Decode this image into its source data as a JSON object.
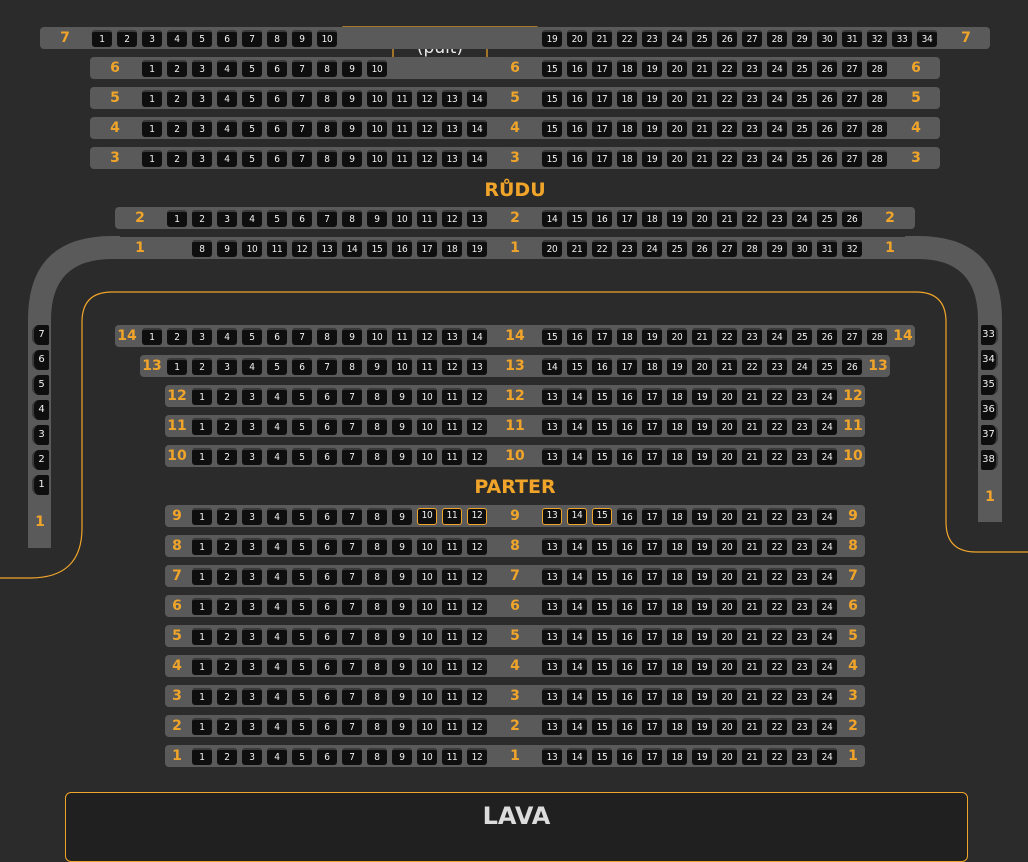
{
  "headings": {
    "balcony": "RŮDU",
    "parter": "PARTER",
    "stage": "LAVA",
    "pult": "(pult)"
  },
  "colors": {
    "accent": "#f0a52a",
    "bar": "#5a5a5a",
    "seat": "#0e0e0e",
    "background": "#2b2b2b"
  },
  "balcony_rows": [
    {
      "label": "7",
      "left": [
        "1",
        "2",
        "3",
        "4",
        "5",
        "6",
        "7",
        "8",
        "9",
        "10"
      ],
      "middle": "",
      "right": [
        "19",
        "20",
        "21",
        "22",
        "23",
        "24",
        "25",
        "26",
        "27",
        "28",
        "29",
        "30",
        "31",
        "32",
        "33",
        "34"
      ]
    },
    {
      "label": "6",
      "left": [
        "1",
        "2",
        "3",
        "4",
        "5",
        "6",
        "7",
        "8",
        "9",
        "10"
      ],
      "middle": "6",
      "right": [
        "15",
        "16",
        "17",
        "18",
        "19",
        "20",
        "21",
        "22",
        "23",
        "24",
        "25",
        "26",
        "27",
        "28"
      ]
    },
    {
      "label": "5",
      "left": [
        "1",
        "2",
        "3",
        "4",
        "5",
        "6",
        "7",
        "8",
        "9",
        "10",
        "11",
        "12",
        "13",
        "14"
      ],
      "middle": "5",
      "right": [
        "15",
        "16",
        "17",
        "18",
        "19",
        "20",
        "21",
        "22",
        "23",
        "24",
        "25",
        "26",
        "27",
        "28"
      ]
    },
    {
      "label": "4",
      "left": [
        "1",
        "2",
        "3",
        "4",
        "5",
        "6",
        "7",
        "8",
        "9",
        "10",
        "11",
        "12",
        "13",
        "14"
      ],
      "middle": "4",
      "right": [
        "15",
        "16",
        "17",
        "18",
        "19",
        "20",
        "21",
        "22",
        "23",
        "24",
        "25",
        "26",
        "27",
        "28"
      ]
    },
    {
      "label": "3",
      "left": [
        "1",
        "2",
        "3",
        "4",
        "5",
        "6",
        "7",
        "8",
        "9",
        "10",
        "11",
        "12",
        "13",
        "14"
      ],
      "middle": "3",
      "right": [
        "15",
        "16",
        "17",
        "18",
        "19",
        "20",
        "21",
        "22",
        "23",
        "24",
        "25",
        "26",
        "27",
        "28"
      ]
    },
    {
      "label": "2",
      "left": [
        "1",
        "2",
        "3",
        "4",
        "5",
        "6",
        "7",
        "8",
        "9",
        "10",
        "11",
        "12",
        "13"
      ],
      "middle": "2",
      "right": [
        "14",
        "15",
        "16",
        "17",
        "18",
        "19",
        "20",
        "21",
        "22",
        "23",
        "24",
        "25",
        "26"
      ]
    },
    {
      "label": "1",
      "left": [
        "8",
        "9",
        "10",
        "11",
        "12",
        "13",
        "14",
        "15",
        "16",
        "17",
        "18",
        "19"
      ],
      "middle": "1",
      "right": [
        "20",
        "21",
        "22",
        "23",
        "24",
        "25",
        "26",
        "27",
        "28",
        "29",
        "30",
        "31",
        "32"
      ]
    }
  ],
  "side_left": {
    "label": "1",
    "seats": [
      "7",
      "6",
      "5",
      "4",
      "3",
      "2",
      "1"
    ]
  },
  "side_right": {
    "label": "1",
    "seats": [
      "33",
      "34",
      "35",
      "36",
      "37",
      "38"
    ]
  },
  "upper_parter_rows": [
    {
      "label": "14",
      "left": [
        "1",
        "2",
        "3",
        "4",
        "5",
        "6",
        "7",
        "8",
        "9",
        "10",
        "11",
        "12",
        "13",
        "14"
      ],
      "middle": "14",
      "right": [
        "15",
        "16",
        "17",
        "18",
        "19",
        "20",
        "21",
        "22",
        "23",
        "24",
        "25",
        "26",
        "27",
        "28"
      ]
    },
    {
      "label": "13",
      "left": [
        "1",
        "2",
        "3",
        "4",
        "5",
        "6",
        "7",
        "8",
        "9",
        "10",
        "11",
        "12",
        "13"
      ],
      "middle": "13",
      "right": [
        "14",
        "15",
        "16",
        "17",
        "18",
        "19",
        "20",
        "21",
        "22",
        "23",
        "24",
        "25",
        "26"
      ]
    },
    {
      "label": "12",
      "left": [
        "1",
        "2",
        "3",
        "4",
        "5",
        "6",
        "7",
        "8",
        "9",
        "10",
        "11",
        "12"
      ],
      "middle": "12",
      "right": [
        "13",
        "14",
        "15",
        "16",
        "17",
        "18",
        "19",
        "20",
        "21",
        "22",
        "23",
        "24"
      ]
    },
    {
      "label": "11",
      "left": [
        "1",
        "2",
        "3",
        "4",
        "5",
        "6",
        "7",
        "8",
        "9",
        "10",
        "11",
        "12"
      ],
      "middle": "11",
      "right": [
        "13",
        "14",
        "15",
        "16",
        "17",
        "18",
        "19",
        "20",
        "21",
        "22",
        "23",
        "24"
      ]
    },
    {
      "label": "10",
      "left": [
        "1",
        "2",
        "3",
        "4",
        "5",
        "6",
        "7",
        "8",
        "9",
        "10",
        "11",
        "12"
      ],
      "middle": "10",
      "right": [
        "13",
        "14",
        "15",
        "16",
        "17",
        "18",
        "19",
        "20",
        "21",
        "22",
        "23",
        "24"
      ]
    }
  ],
  "lower_parter_rows": [
    {
      "label": "9",
      "left": [
        "1",
        "2",
        "3",
        "4",
        "5",
        "6",
        "7",
        "8",
        "9",
        "10",
        "11",
        "12"
      ],
      "middle": "9",
      "right": [
        "13",
        "14",
        "15",
        "16",
        "17",
        "18",
        "19",
        "20",
        "21",
        "22",
        "23",
        "24"
      ],
      "selected": [
        "10",
        "11",
        "12",
        "13",
        "14",
        "15"
      ]
    },
    {
      "label": "8",
      "left": [
        "1",
        "2",
        "3",
        "4",
        "5",
        "6",
        "7",
        "8",
        "9",
        "10",
        "11",
        "12"
      ],
      "middle": "8",
      "right": [
        "13",
        "14",
        "15",
        "16",
        "17",
        "18",
        "19",
        "20",
        "21",
        "22",
        "23",
        "24"
      ]
    },
    {
      "label": "7",
      "left": [
        "1",
        "2",
        "3",
        "4",
        "5",
        "6",
        "7",
        "8",
        "9",
        "10",
        "11",
        "12"
      ],
      "middle": "7",
      "right": [
        "13",
        "14",
        "15",
        "16",
        "17",
        "18",
        "19",
        "20",
        "21",
        "22",
        "23",
        "24"
      ]
    },
    {
      "label": "6",
      "left": [
        "1",
        "2",
        "3",
        "4",
        "5",
        "6",
        "7",
        "8",
        "9",
        "10",
        "11",
        "12"
      ],
      "middle": "6",
      "right": [
        "13",
        "14",
        "15",
        "16",
        "17",
        "18",
        "19",
        "20",
        "21",
        "22",
        "23",
        "24"
      ]
    },
    {
      "label": "5",
      "left": [
        "1",
        "2",
        "3",
        "4",
        "5",
        "6",
        "7",
        "8",
        "9",
        "10",
        "11",
        "12"
      ],
      "middle": "5",
      "right": [
        "13",
        "14",
        "15",
        "16",
        "17",
        "18",
        "19",
        "20",
        "21",
        "22",
        "23",
        "24"
      ]
    },
    {
      "label": "4",
      "left": [
        "1",
        "2",
        "3",
        "4",
        "5",
        "6",
        "7",
        "8",
        "9",
        "10",
        "11",
        "12"
      ],
      "middle": "4",
      "right": [
        "13",
        "14",
        "15",
        "16",
        "17",
        "18",
        "19",
        "20",
        "21",
        "22",
        "23",
        "24"
      ]
    },
    {
      "label": "3",
      "left": [
        "1",
        "2",
        "3",
        "4",
        "5",
        "6",
        "7",
        "8",
        "9",
        "10",
        "11",
        "12"
      ],
      "middle": "3",
      "right": [
        "13",
        "14",
        "15",
        "16",
        "17",
        "18",
        "19",
        "20",
        "21",
        "22",
        "23",
        "24"
      ]
    },
    {
      "label": "2",
      "left": [
        "1",
        "2",
        "3",
        "4",
        "5",
        "6",
        "7",
        "8",
        "9",
        "10",
        "11",
        "12"
      ],
      "middle": "2",
      "right": [
        "13",
        "14",
        "15",
        "16",
        "17",
        "18",
        "19",
        "20",
        "21",
        "22",
        "23",
        "24"
      ]
    },
    {
      "label": "1",
      "left": [
        "1",
        "2",
        "3",
        "4",
        "5",
        "6",
        "7",
        "8",
        "9",
        "10",
        "11",
        "12"
      ],
      "middle": "1",
      "right": [
        "13",
        "14",
        "15",
        "16",
        "17",
        "18",
        "19",
        "20",
        "21",
        "22",
        "23",
        "24"
      ]
    }
  ]
}
